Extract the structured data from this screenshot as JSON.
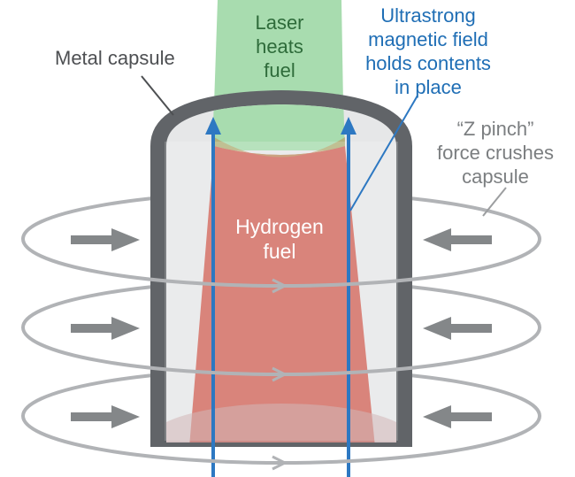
{
  "labels": {
    "metal_capsule": "Metal capsule",
    "laser": [
      "Laser",
      "heats",
      "fuel"
    ],
    "magnetic": [
      "Ultrastrong",
      "magnetic field",
      "holds contents",
      "in place"
    ],
    "zpinch": [
      "“Z pinch”",
      "force crushes",
      "capsule"
    ],
    "fuel": [
      "Hydrogen",
      "fuel"
    ]
  },
  "colors": {
    "capsule_wall": "#616468",
    "capsule_interior": "#e6e7e8",
    "laser_beam": "#a8dcaf",
    "fuel": "#d16a5f",
    "field_line": "#2d78c2",
    "ring": "#b1b3b6",
    "arrow": "#848789",
    "text_dark": "#4d4f52",
    "text_blue": "#1f6eb5",
    "text_gray": "#7b7e80",
    "text_white": "#ffffff"
  }
}
